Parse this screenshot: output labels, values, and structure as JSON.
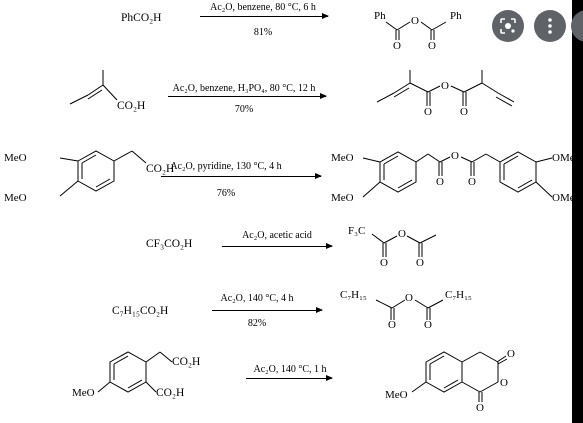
{
  "reactions": [
    {
      "id": "r1",
      "conditions": "Ac₂O, benzene, 80 °C, 6 h",
      "yield": "81%",
      "substrate": "PhCO₂H",
      "product_labels": [
        "Ph",
        "O",
        "Ph",
        "O",
        "O"
      ]
    },
    {
      "id": "r2",
      "conditions": "Ac₂O, benzene, H₃PO₄, 80 °C, 12 h",
      "yield": "70%",
      "substrate_labels": [
        "CO₂H"
      ],
      "product_labels": [
        "O",
        "O",
        "O"
      ]
    },
    {
      "id": "r3",
      "conditions": "Ac₂O, pyridine, 130 °C, 4 h",
      "yield": "76%",
      "substrate_labels": [
        "MeO",
        "MeO",
        "CO₂H"
      ],
      "product_labels": [
        "MeO",
        "MeO",
        "O",
        "O",
        "O",
        "OMe",
        "OMe"
      ]
    },
    {
      "id": "r4",
      "conditions": "Ac₂O, acetic acid",
      "yield": "",
      "substrate": "CF₃CO₂H",
      "product_labels": [
        "F₃C",
        "O",
        "O",
        "O"
      ]
    },
    {
      "id": "r5",
      "conditions": "Ac₂O, 140 °C, 4 h",
      "yield": "82%",
      "substrate": "C₇H₁₅CO₂H",
      "product_labels": [
        "C₇H₁₅",
        "O",
        "C₇H₁₅",
        "O",
        "O"
      ]
    },
    {
      "id": "r6",
      "conditions": "Ac₂O, 140 °C, 1 h",
      "yield": "",
      "substrate_labels": [
        "CO₂H",
        "MeO",
        "CO₂H"
      ],
      "product_labels": [
        "O",
        "MeO",
        "O",
        "O"
      ]
    }
  ],
  "overlay": {
    "lens_icon": "lens-icon",
    "more_icon": "more-vertical-icon",
    "button_color": "#5f6368"
  }
}
